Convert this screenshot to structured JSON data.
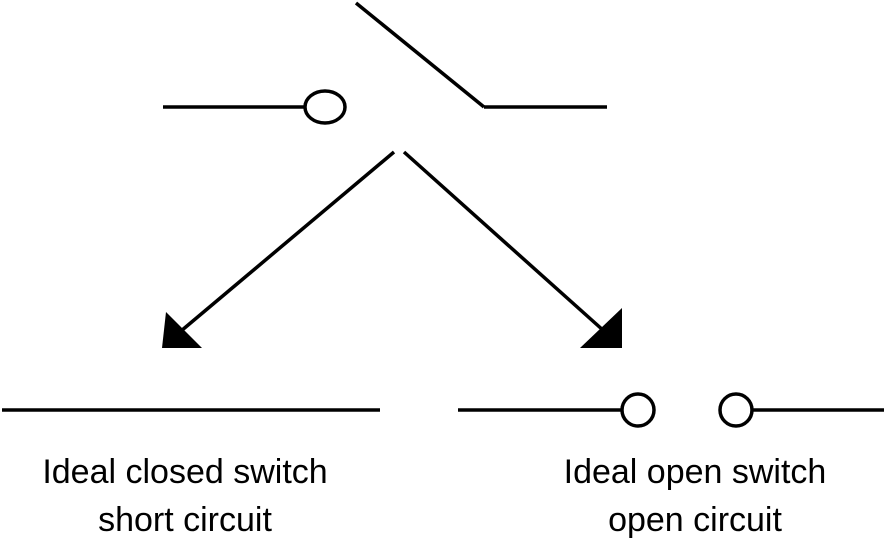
{
  "colors": {
    "ink": "#000000",
    "background": "#ffffff"
  },
  "closed": {
    "title": "Ideal closed switch",
    "subtitle": "short circuit"
  },
  "open": {
    "title": "Ideal open switch",
    "subtitle": "open circuit"
  }
}
